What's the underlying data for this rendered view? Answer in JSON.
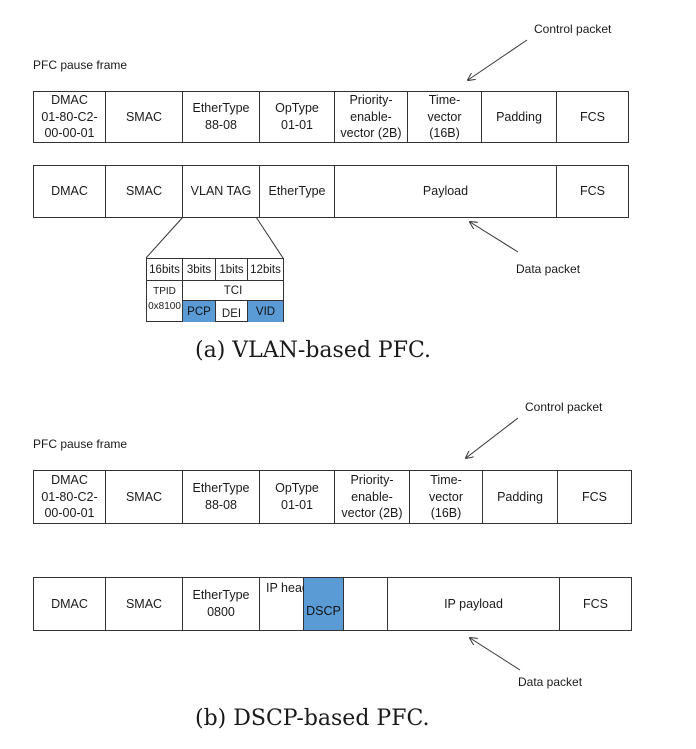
{
  "panel_a": {
    "control_label": "Control packet",
    "pause_title": "PFC pause frame",
    "pause_fields": [
      "DMAC\n01-80-C2-\n00-00-01",
      "SMAC",
      "EtherType\n88-08",
      "OpType\n01-01",
      "Priority-\nenable-\nvector (2B)",
      "Time-\nvector\n(16B)",
      "Padding",
      "FCS"
    ],
    "data_fields": [
      "DMAC",
      "SMAC",
      "VLAN TAG",
      "EtherType",
      "Payload",
      "FCS"
    ],
    "vlan_tag": {
      "bits": [
        "16bits",
        "3bits",
        "1bits",
        "12bits"
      ],
      "tpid": "TPID",
      "tpid_value": "0x8100",
      "tci": "TCI",
      "pcp": "PCP",
      "dei": "DEI",
      "vid": "VID"
    },
    "data_label": "Data packet",
    "caption": "(a) VLAN-based PFC."
  },
  "panel_b": {
    "control_label": "Control packet",
    "pause_title": "PFC pause frame",
    "pause_fields": [
      "DMAC\n01-80-C2-\n00-00-01",
      "SMAC",
      "EtherType\n88-08",
      "OpType\n01-01",
      "Priority-\nenable-\nvector (2B)",
      "Time-\nvector\n(16B)",
      "Padding",
      "FCS"
    ],
    "data_fields": {
      "dmac": "DMAC",
      "smac": "SMAC",
      "ethertype": "EtherType\n0800",
      "ip_header": "IP header",
      "dscp": "DSCP",
      "ip_payload": "IP payload",
      "fcs": "FCS"
    },
    "data_label": "Data packet",
    "caption": "(b) DSCP-based PFC."
  },
  "colors": {
    "highlight": "#5b9bd5",
    "border": "#333333"
  }
}
